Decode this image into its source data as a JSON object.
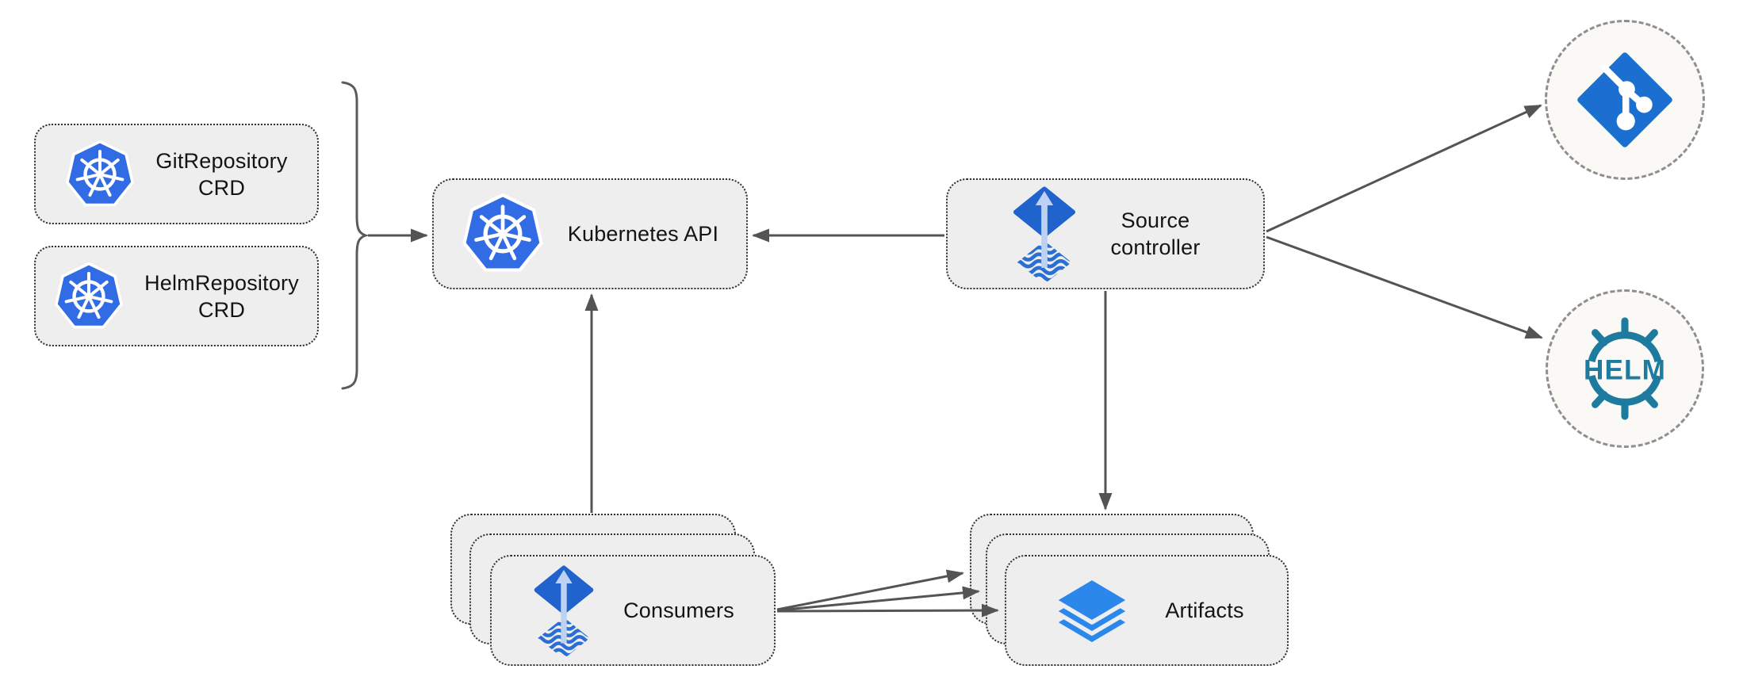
{
  "diagram": {
    "left_group": {
      "git_repository_crd": {
        "line1": "GitRepository",
        "line2": "CRD"
      },
      "helm_repository_crd": {
        "line1": "HelmRepository",
        "line2": "CRD"
      }
    },
    "kubernetes_api": {
      "label": "Kubernetes API"
    },
    "source_controller": {
      "line1": "Source",
      "line2": "controller"
    },
    "consumers": {
      "label": "Consumers"
    },
    "artifacts": {
      "label": "Artifacts"
    },
    "external": {
      "git": {
        "icon": "git-logo"
      },
      "helm": {
        "icon": "helm-logo",
        "label": "HELM"
      }
    },
    "icons": {
      "kubernetes": "kubernetes-logo",
      "flux": "flux-logo",
      "layers": "layers-logo"
    },
    "colors": {
      "kubernetes_blue": "#326ce5",
      "flux_blue": "#2163cc",
      "flux_arrow_light_blue": "#bdd2f3",
      "git_blue": "#1b6fd0",
      "layers_blue": "#2b87ea",
      "helm_teal": "#1e7ba0",
      "node_fill": "#eeeeef",
      "node_border": "#2e2e2e",
      "circle_fill": "#faf9f6",
      "circle_border": "#8f8f8f",
      "arrow_gray": "#545454",
      "text": "#141414"
    }
  }
}
